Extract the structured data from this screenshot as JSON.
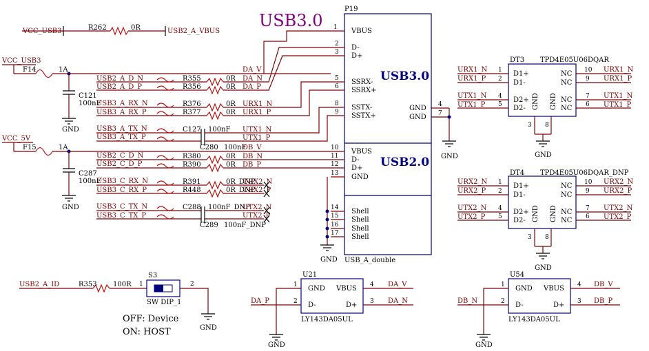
{
  "title": "USB3.0",
  "nets": {
    "vcc_usb3": "VCC_USB3",
    "usb2_a_vbus": "USB2_A_VBUS",
    "vcc_5v": "VCC_5V",
    "usb2_a_id": "USB2_A_ID",
    "usb2_a_dn": "USB2_A_D_N",
    "usb2_a_dp": "USB2_A_D_P",
    "usb3_a_rxn": "USB3_A_RX_N",
    "usb3_a_rxp": "USB3_A_RX_P",
    "usb3_a_txn": "USB3_A_TX_N",
    "usb3_a_txp": "USB3_A_TX_P",
    "usb2_c_dn": "USB2_C_D_N",
    "usb2_c_dp": "USB2_C_D_P",
    "usb3_c_rxn": "USB3_C_RX_N",
    "usb3_c_rxp": "USB3_C_RX_P",
    "usb3_c_txn": "USB3_C_TX_N",
    "usb3_c_txp": "USB3_C_TX_P",
    "da_v": "DA_V",
    "da_n": "DA_N",
    "da_p": "DA_P",
    "db_v": "DB_V",
    "db_n": "DB_N",
    "db_p": "DB_P",
    "urx1_n": "URX1_N",
    "urx1_p": "URX1_P",
    "utx1_n": "UTX1_N",
    "utx1_p": "UTX1_P",
    "urx2_n": "URX2_N",
    "urx2_p": "URX2_P",
    "utx2_n": "UTX2_N",
    "utx2_p": "UTX2_P",
    "gnd": "GND"
  },
  "components": {
    "r262": {
      "ref": "R262",
      "value": "0R"
    },
    "f14": {
      "ref": "F14",
      "value": "1A"
    },
    "f15": {
      "ref": "F15",
      "value": "1A"
    },
    "c121": {
      "ref": "C121",
      "value": "100nF"
    },
    "c287": {
      "ref": "C287",
      "value": "100nF"
    },
    "r355": {
      "ref": "R355",
      "value": "0R"
    },
    "r356": {
      "ref": "R356",
      "value": "0R"
    },
    "r376": {
      "ref": "R376",
      "value": "0R"
    },
    "r377": {
      "ref": "R377",
      "value": "0R"
    },
    "c127": {
      "ref": "C127",
      "value": "100nF"
    },
    "c280": {
      "ref": "C280",
      "value": "100nF"
    },
    "r380": {
      "ref": "R380",
      "value": "0R"
    },
    "r390": {
      "ref": "R390",
      "value": "0R"
    },
    "r391": {
      "ref": "R391",
      "value": "0R_DNP"
    },
    "r448": {
      "ref": "R448",
      "value": "0R_DNP"
    },
    "c288": {
      "ref": "C288",
      "value": "100nF_DNP"
    },
    "c289": {
      "ref": "C289",
      "value": "100nF_DNP"
    },
    "r353": {
      "ref": "R353",
      "value": "100R"
    },
    "s3": {
      "ref": "S3",
      "value": "SW DIP_1"
    },
    "p19": {
      "ref": "P19",
      "value": "USB_A_double",
      "section1": "USB3.0",
      "section2": "USB2.0"
    },
    "dt3": {
      "ref": "DT3",
      "value": "TPD4E05U06DQAR"
    },
    "dt4": {
      "ref": "DT4",
      "value": "TPD4E05U06DQAR_DNP"
    },
    "u21": {
      "ref": "U21",
      "value": "LY143DA05UL"
    },
    "u54": {
      "ref": "U54",
      "value": "LY143DA05UL"
    }
  },
  "pins": {
    "vbus": "VBUS",
    "dm": "D-",
    "dp": "D+",
    "ssrxm": "SSRX-",
    "ssrxp": "SSRX+",
    "sstxm": "SSTX-",
    "sstxp": "SSTX+",
    "gnd": "GND",
    "shell": "Shell",
    "d1p": "D1+",
    "d1m": "D1-",
    "d2p": "D2+",
    "d2m": "D2-",
    "nc": "NC"
  },
  "notes": {
    "off": "OFF: Device",
    "on": "ON: HOST"
  }
}
